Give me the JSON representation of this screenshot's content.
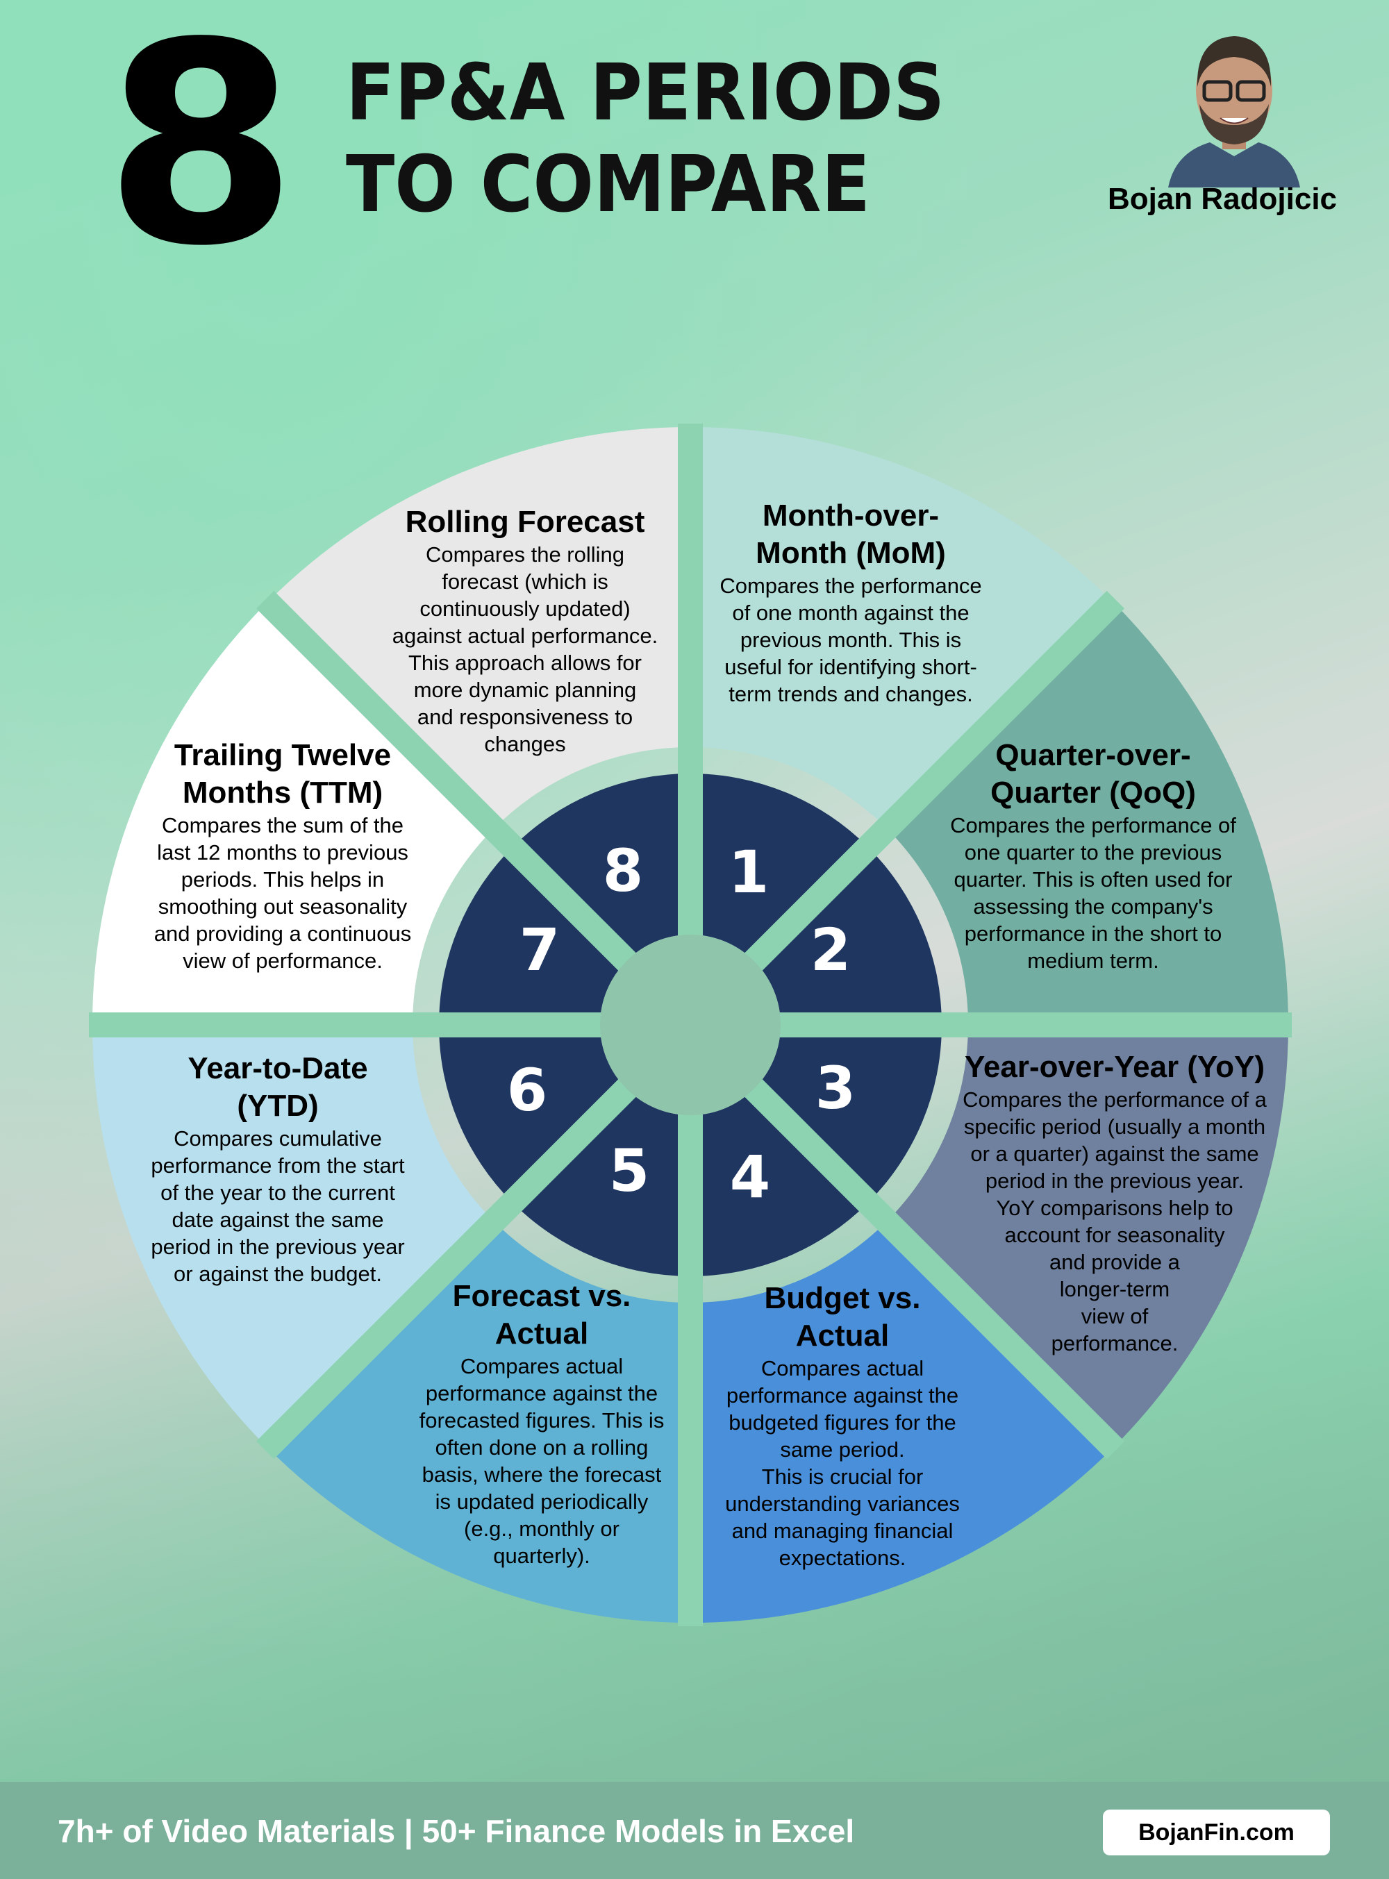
{
  "header": {
    "big_number": "8",
    "title_line1": "FP&A PERIODS",
    "title_line2": "TO COMPARE",
    "author": "Bojan Radojicic"
  },
  "colors": {
    "gap": "#8dd3b2",
    "hub": "#8fc6ab",
    "dark": "#1f3660"
  },
  "periods": [
    {
      "number": "1",
      "color": "#b4ded8",
      "title": [
        "Month-over-",
        "Month (MoM)"
      ],
      "body": [
        "Compares the performance",
        "of one month against the",
        "previous month. This is",
        "useful for identifying short-",
        "term trends and changes."
      ]
    },
    {
      "number": "2",
      "color": "#72afa2",
      "title": [
        "Quarter-over-",
        "Quarter (QoQ)"
      ],
      "body": [
        "Compares the performance of",
        "one quarter to the previous",
        "quarter. This is often used for",
        "assessing the company's",
        "performance in the short to",
        "medium term."
      ]
    },
    {
      "number": "3",
      "color": "#6f819f",
      "title": [
        "Year-over-Year (YoY)"
      ],
      "body": [
        "Compares the performance of a",
        "specific period (usually a month",
        "or a quarter) against the same",
        "period in the previous year.",
        "YoY comparisons help to",
        "account for seasonality",
        "and provide a",
        "longer-term",
        "view of",
        "performance."
      ]
    },
    {
      "number": "4",
      "color": "#4a8fda",
      "title": [
        "Budget vs.",
        "Actual"
      ],
      "body": [
        "Compares actual",
        "performance against the",
        "budgeted figures for the",
        "same period.",
        "This is crucial for",
        "understanding variances",
        "and managing financial",
        "expectations."
      ]
    },
    {
      "number": "5",
      "color": "#5fb2d4",
      "title": [
        "Forecast vs.",
        "Actual"
      ],
      "body": [
        "Compares actual",
        "performance against the",
        "forecasted figures. This is",
        "often done on a rolling",
        "basis, where the forecast",
        "is updated periodically",
        "(e.g., monthly or",
        "quarterly)."
      ]
    },
    {
      "number": "6",
      "color": "#b8dfee",
      "title": [
        "Year-to-Date",
        "(YTD)"
      ],
      "body": [
        "Compares cumulative",
        "performance from the start",
        "of the year to the current",
        "date against the same",
        "period in the previous year",
        "or against the budget."
      ]
    },
    {
      "number": "7",
      "color": "#ffffff",
      "title": [
        "Trailing Twelve",
        "Months (TTM)"
      ],
      "body": [
        "Compares the sum of the",
        "last 12 months to previous",
        "periods. This helps in",
        "smoothing out seasonality",
        "and providing a continuous",
        "view of performance."
      ]
    },
    {
      "number": "8",
      "color": "#e8e8e8",
      "title": [
        "Rolling Forecast"
      ],
      "body": [
        "Compares the rolling",
        "forecast (which is",
        "continuously updated)",
        "against actual performance.",
        "This approach allows for",
        "more dynamic planning",
        "and responsiveness to",
        "changes"
      ]
    }
  ],
  "footer": {
    "tagline": "7h+ of Video Materials | 50+ Finance Models in Excel",
    "website": "BojanFin.com"
  }
}
